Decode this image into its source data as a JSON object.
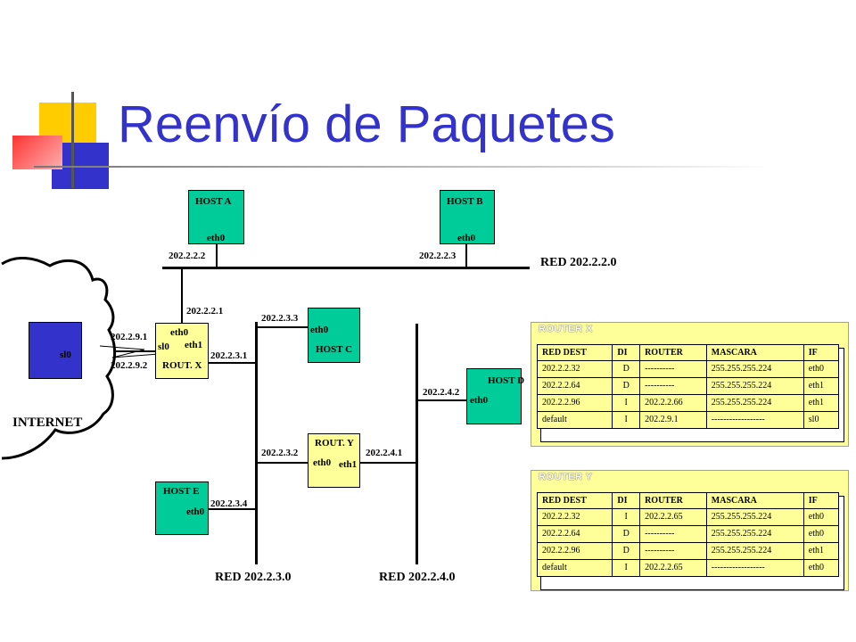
{
  "title": "Reenvío de Paquetes",
  "hosts": {
    "host_a": {
      "name": "HOST  A",
      "iface": "eth0",
      "ip": "202.2.2.2"
    },
    "host_b": {
      "name": "HOST  B",
      "iface": "eth0",
      "ip": "202.2.2.3"
    },
    "host_c": {
      "name": "HOST  C",
      "iface": "eth0",
      "ip": "202.2.3.3"
    },
    "host_d": {
      "name": "HOST  D",
      "iface": "eth0",
      "ip": "202.2.4.2"
    },
    "host_e": {
      "name": "HOST  E",
      "iface": "eth0",
      "ip": "202.2.3.4"
    }
  },
  "routers": {
    "rout_x": {
      "name": "ROUT.  X",
      "eth0": "eth0",
      "eth1": "eth1",
      "sl0": "sl0",
      "eth0_ip": "202.2.2.1",
      "eth1_ip": "202.2.3.1",
      "sl0_ip": "202.2.9.2"
    },
    "rout_y": {
      "name": "ROUT.  Y",
      "eth0": "eth0",
      "eth1": "eth1",
      "eth0_ip": "202.2.3.2",
      "eth1_ip": "202.2.4.1"
    }
  },
  "internet": {
    "label": "INTERNET",
    "router_iface": "sl0",
    "router_ip": "202.2.9.1"
  },
  "networks": {
    "red_a": "RED 202.2.2.0",
    "red_b": "RED 202.2.3.0",
    "red_c": "RED 202.2.4.0"
  },
  "table_x": {
    "title": "ROUTER  X",
    "headers": [
      "RED DEST",
      "DI",
      "ROUTER",
      "MASCARA",
      "IF"
    ],
    "rows": [
      [
        "202.2.2.32",
        "D",
        "----------",
        "255.255.255.224",
        "eth0"
      ],
      [
        "202.2.2.64",
        "D",
        "----------",
        "255.255.255.224",
        "eth1"
      ],
      [
        "202.2.2.96",
        "I",
        "202.2.2.66",
        "255.255.255.224",
        "eth1"
      ],
      [
        "default",
        "I",
        "202.2.9.1",
        "------------------",
        "sl0"
      ]
    ]
  },
  "table_y": {
    "title": "ROUTER  Y",
    "headers": [
      "RED DEST",
      "DI",
      "ROUTER",
      "MASCARA",
      "IF"
    ],
    "rows": [
      [
        "202.2.2.32",
        "I",
        "202.2.2.65",
        "255.255.255.224",
        "eth0"
      ],
      [
        "202.2.2.64",
        "D",
        "----------",
        "255.255.255.224",
        "eth0"
      ],
      [
        "202.2.2.96",
        "D",
        "----------",
        "255.255.255.224",
        "eth1"
      ],
      [
        "default",
        "I",
        "202.2.2.65",
        "------------------",
        "eth0"
      ]
    ]
  },
  "colors": {
    "title": "#3333cc",
    "host": "#00cc99",
    "router": "#ffff99",
    "internet_router": "#3333cc"
  }
}
